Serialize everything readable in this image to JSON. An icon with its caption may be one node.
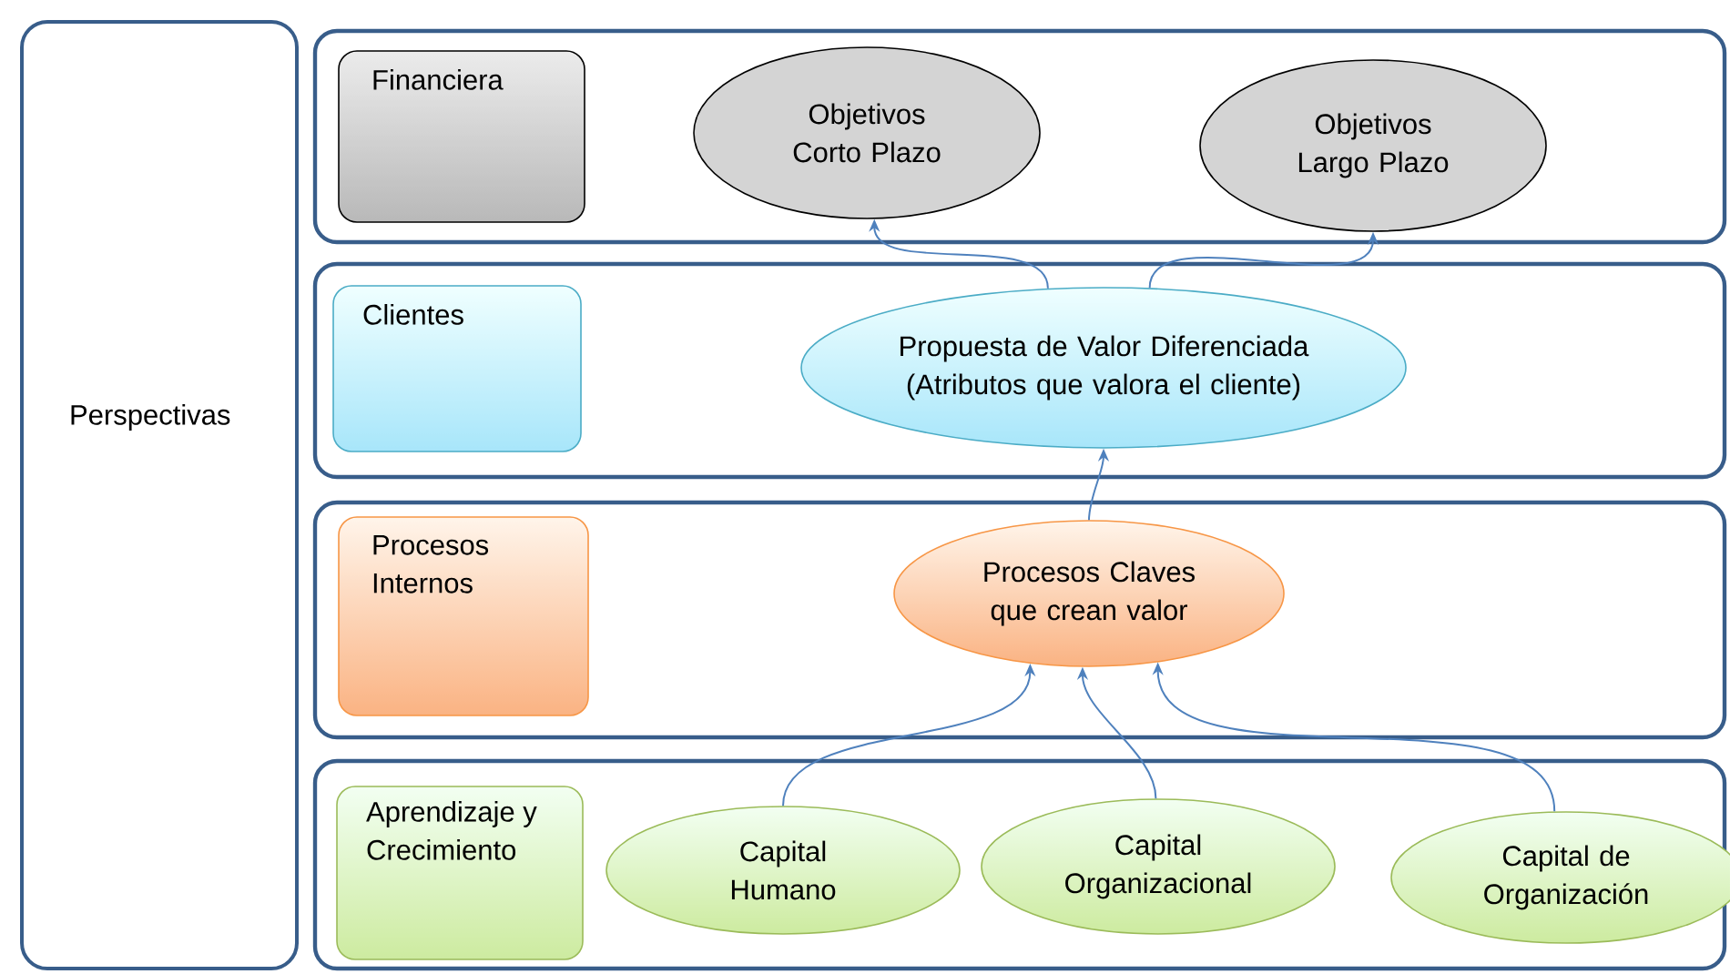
{
  "diagram": {
    "nodes": [
      {
        "text": [
          "Perspectivas"
        ]
      },
      {
        "text": [],
        "shape": "box"
      },
      {
        "text": [
          "Financiera"
        ],
        "in": 1
      },
      {
        "text": [
          "Objetivos Corto Plazo"
        ],
        "in": 1
      },
      {
        "text": [
          "Objetivos Largo Plazo"
        ],
        "in": 1
      },
      {
        "text": [],
        "shape": "box"
      },
      {
        "text": [
          "Clientes"
        ],
        "in": 5
      },
      {
        "text": [
          "Propuesta de Valor Diferenciada (Atributos que valora el cliente)"
        ],
        "in": 5
      },
      {
        "text": [],
        "shape": "box"
      },
      {
        "text": [
          "Procesos Internos"
        ],
        "in": 8
      },
      {
        "text": [
          "Procesos Claves que crean valor"
        ],
        "in": 8
      },
      {
        "text": [],
        "shape": "box"
      },
      {
        "text": [
          "Aprendizaje y Crecimiento"
        ],
        "in": 11
      },
      {
        "text": [
          "Capital Humano"
        ],
        "in": 11
      },
      {
        "text": [
          "Capital Organizacional"
        ],
        "in": 11
      },
      {
        "text": [
          "Capital de Organización"
        ],
        "in": 11
      }
    ],
    "edges": [
      {
        "from": 7,
        "to": 3,
        "arrow": "to"
      },
      {
        "from": 7,
        "to": 4,
        "arrow": "to"
      },
      {
        "from": 10,
        "to": 7,
        "arrow": "to"
      },
      {
        "from": 13,
        "to": 10,
        "arrow": "to"
      },
      {
        "from": 14,
        "to": 10,
        "arrow": "to"
      },
      {
        "from": 15,
        "to": 10,
        "arrow": "to"
      }
    ]
  }
}
